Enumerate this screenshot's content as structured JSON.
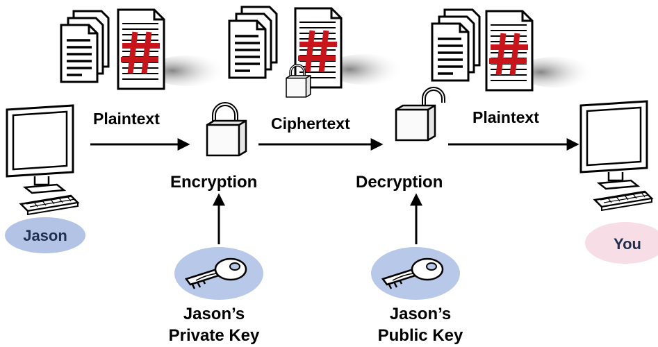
{
  "flow": {
    "plaintext_left": "Plaintext",
    "ciphertext": "Ciphertext",
    "plaintext_right": "Plaintext"
  },
  "stages": {
    "encryption": "Encryption",
    "decryption": "Decryption"
  },
  "keys": {
    "private_line1": "Jason’s",
    "private_line2": "Private Key",
    "public_line1": "Jason’s",
    "public_line2": "Public Key"
  },
  "parties": {
    "sender": "Jason",
    "receiver": "You"
  },
  "icons": {
    "document_stack": "document-stack-icon",
    "hash_document": "hash-document-icon",
    "lock_closed": "padlock-closed-icon",
    "lock_open": "padlock-open-icon",
    "computer": "computer-icon",
    "key": "key-icon"
  },
  "colors": {
    "hash": "#c8141b",
    "sender_badge": "#b3c3e6",
    "receiver_badge": "#f7dde5",
    "key_circle": "#b8c8e8"
  }
}
